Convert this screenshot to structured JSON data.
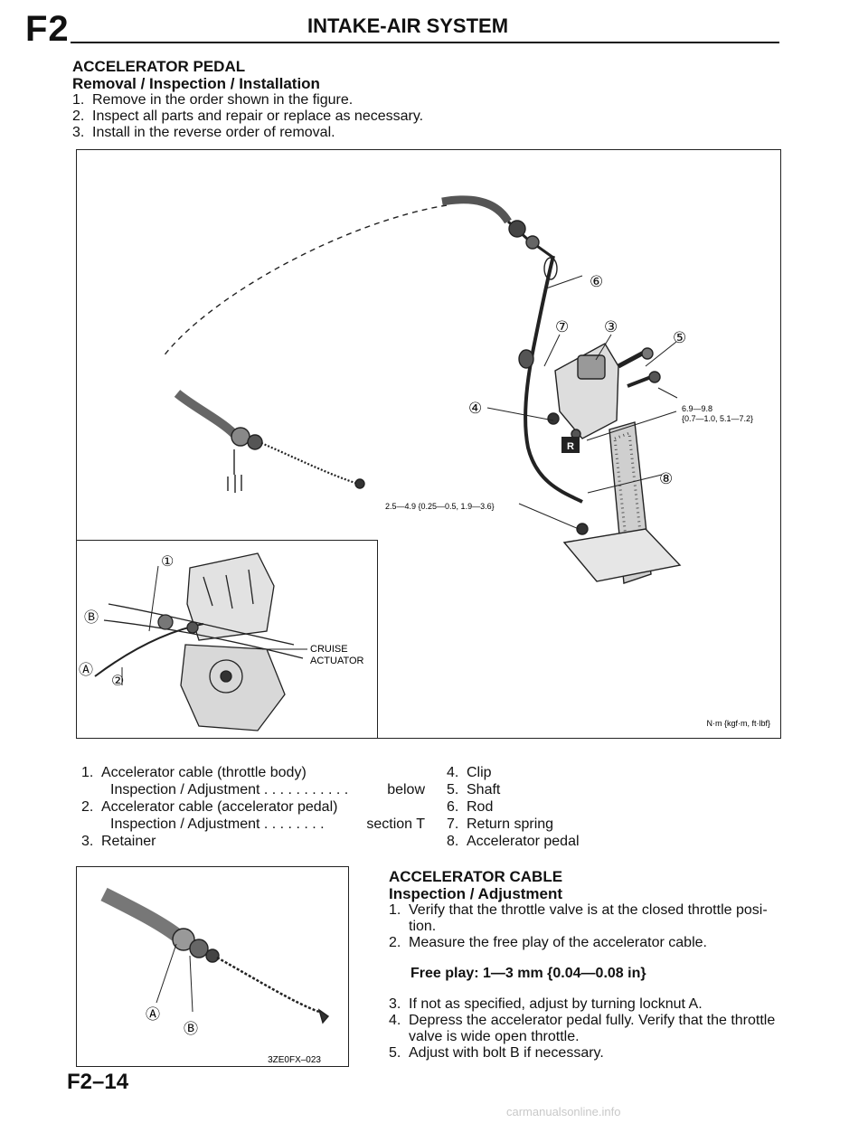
{
  "header": {
    "code": "F2",
    "title": "INTAKE-AIR SYSTEM"
  },
  "pedal_section": {
    "title": "ACCELERATOR PEDAL",
    "subtitle": "Removal / Inspection / Installation",
    "steps": [
      {
        "num": "1.",
        "text": "Remove in the order shown in the figure."
      },
      {
        "num": "2.",
        "text": "Inspect all parts and repair or replace as necessary."
      },
      {
        "num": "3.",
        "text": "Install in the reverse order of removal."
      }
    ]
  },
  "figure": {
    "torque_bolt": "6.9—9.8",
    "torque_bolt_alt": "{0.7—1.0, 5.1—7.2}",
    "torque_nut": "2.5—4.9 {0.25—0.5, 1.9—3.6}",
    "units_note": "N·m {kgf·m, ft·lbf}",
    "callouts": [
      "①",
      "②",
      "③",
      "④",
      "⑤",
      "⑥",
      "⑦",
      "⑧",
      "Ⓐ",
      "Ⓑ"
    ],
    "replace_badge": "R",
    "cruise_label_1": "CRUISE",
    "cruise_label_2": "ACTUATOR"
  },
  "parts_left": [
    {
      "num": "1.",
      "name": "Accelerator cable (throttle body)",
      "sub": "Inspection / Adjustment . . . . . . . . . . .",
      "ref": "below"
    },
    {
      "num": "2.",
      "name": "Accelerator cable (accelerator pedal)",
      "sub": "Inspection / Adjustment . . . . . . . .",
      "ref": "section T"
    },
    {
      "num": "3.",
      "name": "Retainer"
    }
  ],
  "parts_right": [
    {
      "num": "4.",
      "name": "Clip"
    },
    {
      "num": "5.",
      "name": "Shaft"
    },
    {
      "num": "6.",
      "name": "Rod"
    },
    {
      "num": "7.",
      "name": "Return spring"
    },
    {
      "num": "8.",
      "name": "Accelerator pedal"
    }
  ],
  "cable_section": {
    "title": "ACCELERATOR CABLE",
    "subtitle": "Inspection / Adjustment",
    "step1_num": "1.",
    "step1_text": "Verify that the throttle valve is at the closed throttle posi-tion.",
    "step2_num": "2.",
    "step2_text": "Measure the free play of the accelerator cable.",
    "spec": "Free play: 1—3 mm {0.04—0.08 in}",
    "step3_num": "3.",
    "step3_text": "If not as specified, adjust by turning locknut A.",
    "step4_num": "4.",
    "step4_text": "Depress the accelerator pedal fully. Verify that the throttle valve is wide open throttle.",
    "step5_num": "5.",
    "step5_text": "Adjust with bolt B if necessary."
  },
  "small_figure": {
    "code": "3ZE0FX–023",
    "label_a": "Ⓐ",
    "label_b": "Ⓑ"
  },
  "footer": {
    "page": "F2–14"
  },
  "watermark": {
    "text": "carmanualsonline.info"
  }
}
